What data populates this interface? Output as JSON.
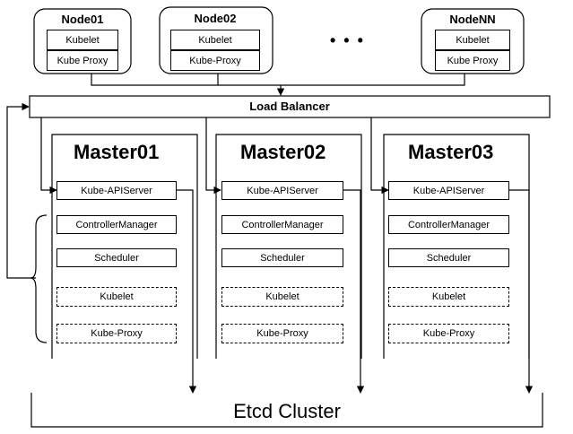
{
  "nodes": [
    {
      "title": "Node01",
      "components": [
        "Kubelet",
        "Kube Proxy"
      ]
    },
    {
      "title": "Node02",
      "components": [
        "Kubelet",
        "Kube-Proxy"
      ]
    },
    {
      "title": "NodeNN",
      "components": [
        "Kubelet",
        "Kube Proxy"
      ]
    }
  ],
  "ellipsis": "• • •",
  "load_balancer": "Load Balancer",
  "masters": [
    {
      "title": "Master01",
      "components": [
        "Kube-APIServer",
        "ControllerManager",
        "Scheduler",
        "Kubelet",
        "Kube-Proxy"
      ]
    },
    {
      "title": "Master02",
      "components": [
        "Kube-APIServer",
        "ControllerManager",
        "Scheduler",
        "Kubelet",
        "Kube-Proxy"
      ]
    },
    {
      "title": "Master03",
      "components": [
        "Kube-APIServer",
        "ControllerManager",
        "Scheduler",
        "Kubelet",
        "Kube-Proxy"
      ]
    }
  ],
  "etcd": "Etcd Cluster"
}
